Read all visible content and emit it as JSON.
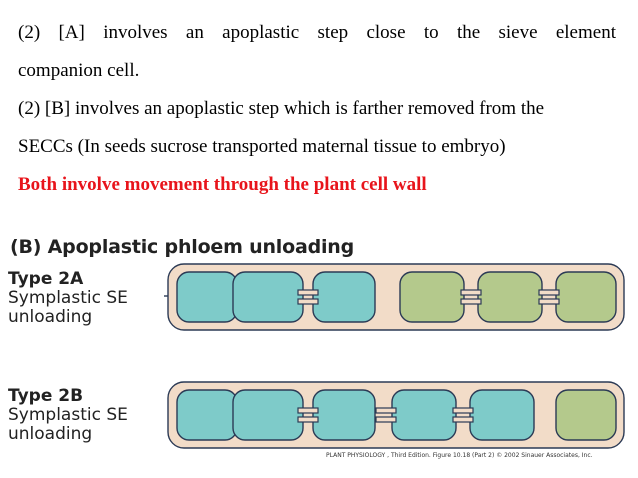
{
  "text": {
    "line1": "(2) [A] involves an apoplastic step close to the sieve element",
    "line2": "companion cell.",
    "line3": "(2) [B] involves an apoplastic step which is farther removed from the",
    "line4": "SECCs (In seeds sucrose transported maternal tissue to embryo)",
    "line5": "Both involve movement through the plant cell wall"
  },
  "figure": {
    "title": "(B)  Apoplastic phloem unloading",
    "type_a": {
      "name": "Type 2A",
      "line1": "Symplastic SE",
      "line2": "unloading"
    },
    "type_b": {
      "name": "Type 2B",
      "line1": "Symplastic SE",
      "line2": "unloading"
    },
    "caption": "PLANT PHYSIOLOGY , Third Edition. Figure 10.18 (Part 2)  © 2002 Sinauer Associates, Inc.",
    "colors": {
      "blue_cell": "#7ecbc9",
      "green_cell": "#b4c98c",
      "wall": "#f2dcc8",
      "outline": "#2b3a55"
    }
  }
}
